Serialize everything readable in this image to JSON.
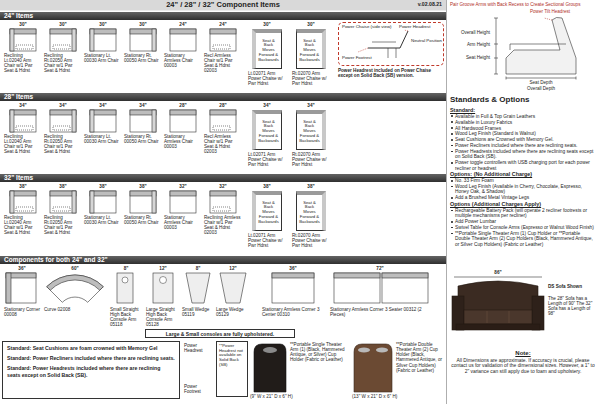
{
  "diagram": {
    "title": "24\" / 28\" / 32\" Component Items",
    "nodes": [
      {
        "text": [
          "24\" Items"
        ]
      },
      {
        "text": [
          "Seat & Back Moves Forward & Backwards"
        ]
      },
      {
        "text": [
          "Seat & Back Moves Forward & Backwards"
        ]
      },
      {
        "text": [
          "Power Chaise (side view)",
          "Power Headrest",
          "Neutral Position",
          "Power Footrest"
        ]
      },
      {
        "text": [
          "28\" Items"
        ]
      },
      {
        "text": [
          "Seat & Back Moves Forward & Backwards"
        ]
      },
      {
        "text": [
          "Seat & Back Moves Forward & Backwards"
        ]
      },
      {
        "text": [
          "32\" Items"
        ]
      },
      {
        "text": [
          "Seat & Back Moves Forward & Backwards"
        ]
      },
      {
        "text": [
          "Seat & Back Moves Forward & Backwards"
        ]
      },
      {
        "text": [
          "Components for both 24\" and 32\""
        ]
      },
      {
        "text": [
          "Large & Small consoles are fully upholstered."
        ]
      },
      {
        "text": [
          "Standard: Seat Cushions are foam crowned with Memory Gel",
          "Standard: Power Recliners included where there are reclining seats.",
          "Standard: Power Headrests included where there are reclining seats except on Solid Back (SB)."
        ]
      },
      {
        "text": [
          "**Power Headrest not available on Solid Back (SB)"
        ]
      }
    ],
    "labels": [
      "v.02.08.21",
      "30\"",
      "30\"",
      "30\"",
      "30\"",
      "24\"",
      "24\"",
      "30\"",
      "30\"",
      "Reclining Lt.02040 Arm Chair w/1 Pwr Seat & Hdrst",
      "Reclining Rt.02050 Arm Chair w/1 Pwr Seat & Hdrst",
      "Stationary Lt. 00030 Arm Chair",
      "Stationary Rt. 00050 Arm Chair",
      "Stationary Armless Chair 00003",
      "Recl Armless Chair w/1 Pwr Seat & Hdrst 02003",
      "Lt.02071 Arm Power Chaise w/ Pwr Hdrst",
      "Rt.02070 Arm Power Chaise w/ Pwr Hdrst",
      "Power Headrest included on Power Chaise except on Solid Back (SB) version.",
      "34\"",
      "34\"",
      "34\"",
      "34\"",
      "28\"",
      "28\"",
      "34\"",
      "34\"",
      "Reclining Lt.02040 Arm Chair w/1 Pwr Seat & Hdrst",
      "Reclining Rt.02050 Arm Chair w/1 Pwr Seat & Hdrst",
      "Stationary Lt. 00030 Arm Chair",
      "Stationary Rt. 00050 Arm Chair",
      "Stationary Armless Chair 00003",
      "Recl Armless Chair w/1 Pwr Seat & Hdrst 02003",
      "Lt.02071 Arm Power Chaise w/ Pwr Hdrst",
      "Rt.02070 Arm Power Chaise w/ Pwr Hdrst",
      "38\"",
      "38\"",
      "38\"",
      "38\"",
      "32\"",
      "32\"",
      "38\"",
      "38\"",
      "Reclining Lt.02040 Arm Chair w/1 Pwr Seat & Hdrst",
      "Reclining Rt.02050 Arm Chair w/1 Pwr Seat & Hdrst",
      "Stationary Lt. 00030 Arm Chair",
      "Stationary Rt. 00050 Arm Chair",
      "Stationary Armless Chair 00003",
      "Reclining Armless Chair w/1 Pwr Seat & Hdrst 02003",
      "Lt.02071 Arm Power Chaise w/ Pwr Hdrst",
      "Rt.02070 Arm Power Chaise w/ Pwr Hdrst",
      "36\"",
      "60\"",
      "8\"",
      "12\"",
      "8\"",
      "12\"",
      "36\"",
      "72\"",
      "Stationary Corner 00008",
      "Curve 02008",
      "Small Straight High Back Console Arm 05118",
      "Large Straight High Back Console Arm 05128",
      "Small Wedge 05119",
      "Large Wedge 05129",
      "Stationary Armless Corner 3 Center 00310",
      "Stationary Armless Corner 3 Seater 00312 (2 Pieces)",
      "Power Headrest",
      "Power Footrest",
      "**Portable Single Theater Arm (1) (Black, Hammered Antique, or Silver) Cup Holder (Fabric or Leather)",
      "(9\" W x 21\" D x 6\" H)",
      "**Portable Double Theater Arm (2) Cup Holder (Black, Hammered Antique, or Silver Cup Holders) (Fabric or Leather)",
      "(13\" W x 21\" D x 6\" H)",
      "Pair Groove Arms with Back Recess to Create Sectional Groups",
      "Power Tilt Headrest",
      "Overall Height",
      "Arm Height",
      "Seat Height",
      "Seat Depth",
      "Overall Depth",
      "Standards & Options",
      "Standard:",
      "Available in Full & Top Grain Leathers",
      "Available in Luxury Fabrics",
      "All Hardwood Frames",
      "Wood Leg Finish (Standard is Walnut)",
      "Seat Cushions are Crowned with Memory Gel.",
      "Power Recliners included where there are reclining seats.",
      "Power Headrests included where there are reclining seats except on Solid Back (SB).",
      "Power toggle controllers with USB charging port for each power recliner or headrest",
      "Options: (No Additional Charge)",
      "No. 33 Firm Foam",
      "Wood Leg Finish (Available in Cherry, Chocolate, Espresso, Honey Oak, & Shadow)",
      "Add a Brushed Metal Vintage Legs",
      "Options (Additional Charges Apply)",
      "Rechargeable Battery Pack (will operate 2 recliner footrests or multiple mechanisms per recliner)",
      "Add Power Lumbar",
      "Swivel Table for Console Arms (Espresso or Walnut Wood Finish)",
      "**Portable Single Theater Arm (1) Cup Holder or **Portable Double Theater Arm (2) Cup Holders (Black, Hammered Antique, or Silver Cup Holders) (Fabric or Leather)",
      "86\"",
      "DS Sofa Shown",
      "The 28\" Sofa has a Length of 90\" The 32\" Sofa has a Length of 98\"",
      "Note:",
      "All Dimensions are approximate. If accuracy is crucial, please contact us for validation of the dimensional sizes. However, a 1\" to 2\" variance can still apply due to foam and upholstery."
    ]
  }
}
